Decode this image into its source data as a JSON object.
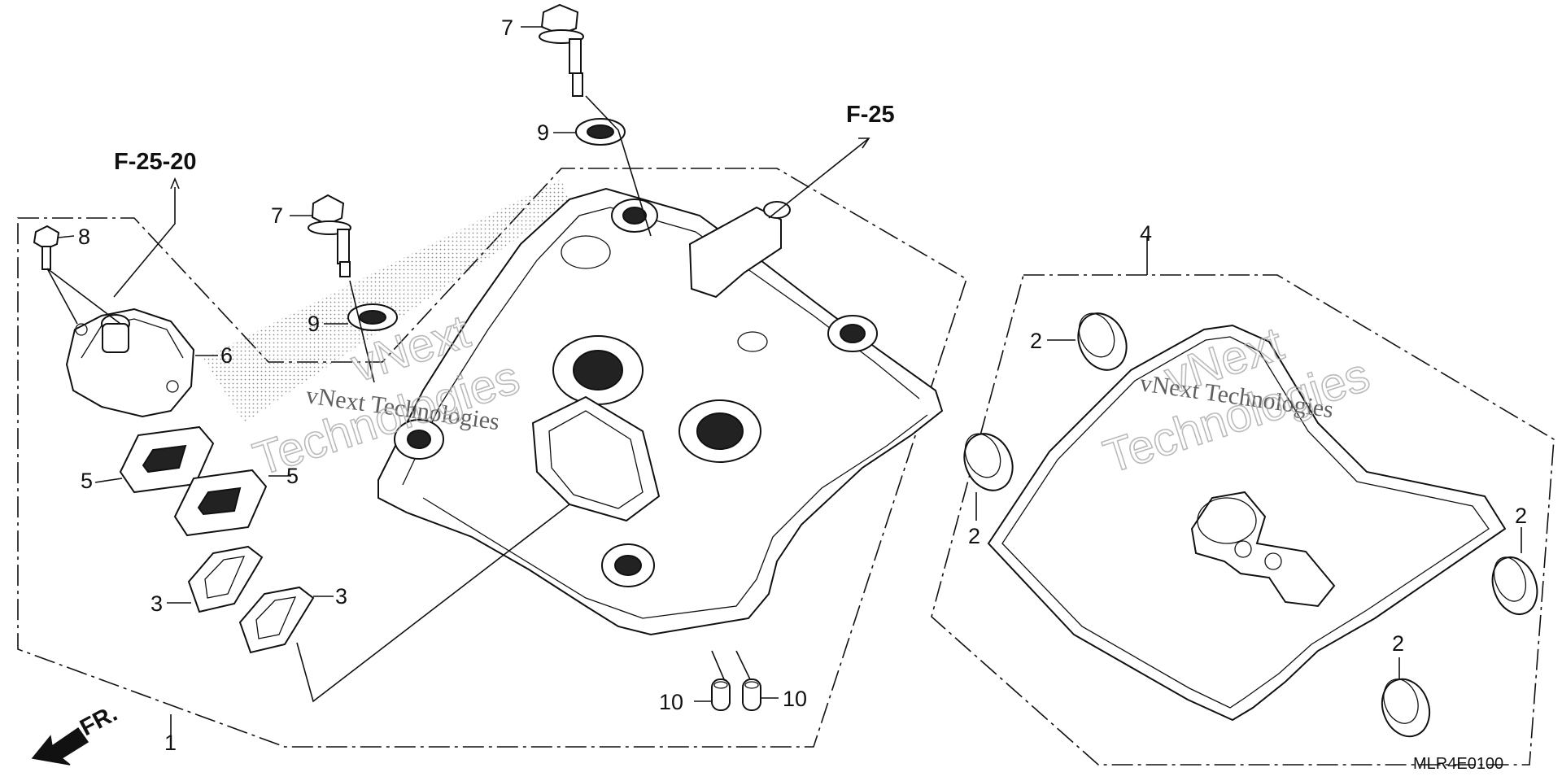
{
  "diagram": {
    "references": {
      "f25_20": "F-25-20",
      "f25": "F-25"
    },
    "callouts": {
      "c1": "1",
      "c2a": "2",
      "c2b": "2",
      "c2c": "2",
      "c2d": "2",
      "c3a": "3",
      "c3b": "3",
      "c4": "4",
      "c5a": "5",
      "c5b": "5",
      "c6": "6",
      "c7a": "7",
      "c7b": "7",
      "c8": "8",
      "c9a": "9",
      "c9b": "9",
      "c10a": "10",
      "c10b": "10"
    },
    "front_marker": "FR.",
    "diagram_code": "MLR4E0100",
    "watermark": {
      "line_small": "vNext Technologies",
      "word_top": "vNext",
      "word_bottom": "Technologies"
    }
  }
}
